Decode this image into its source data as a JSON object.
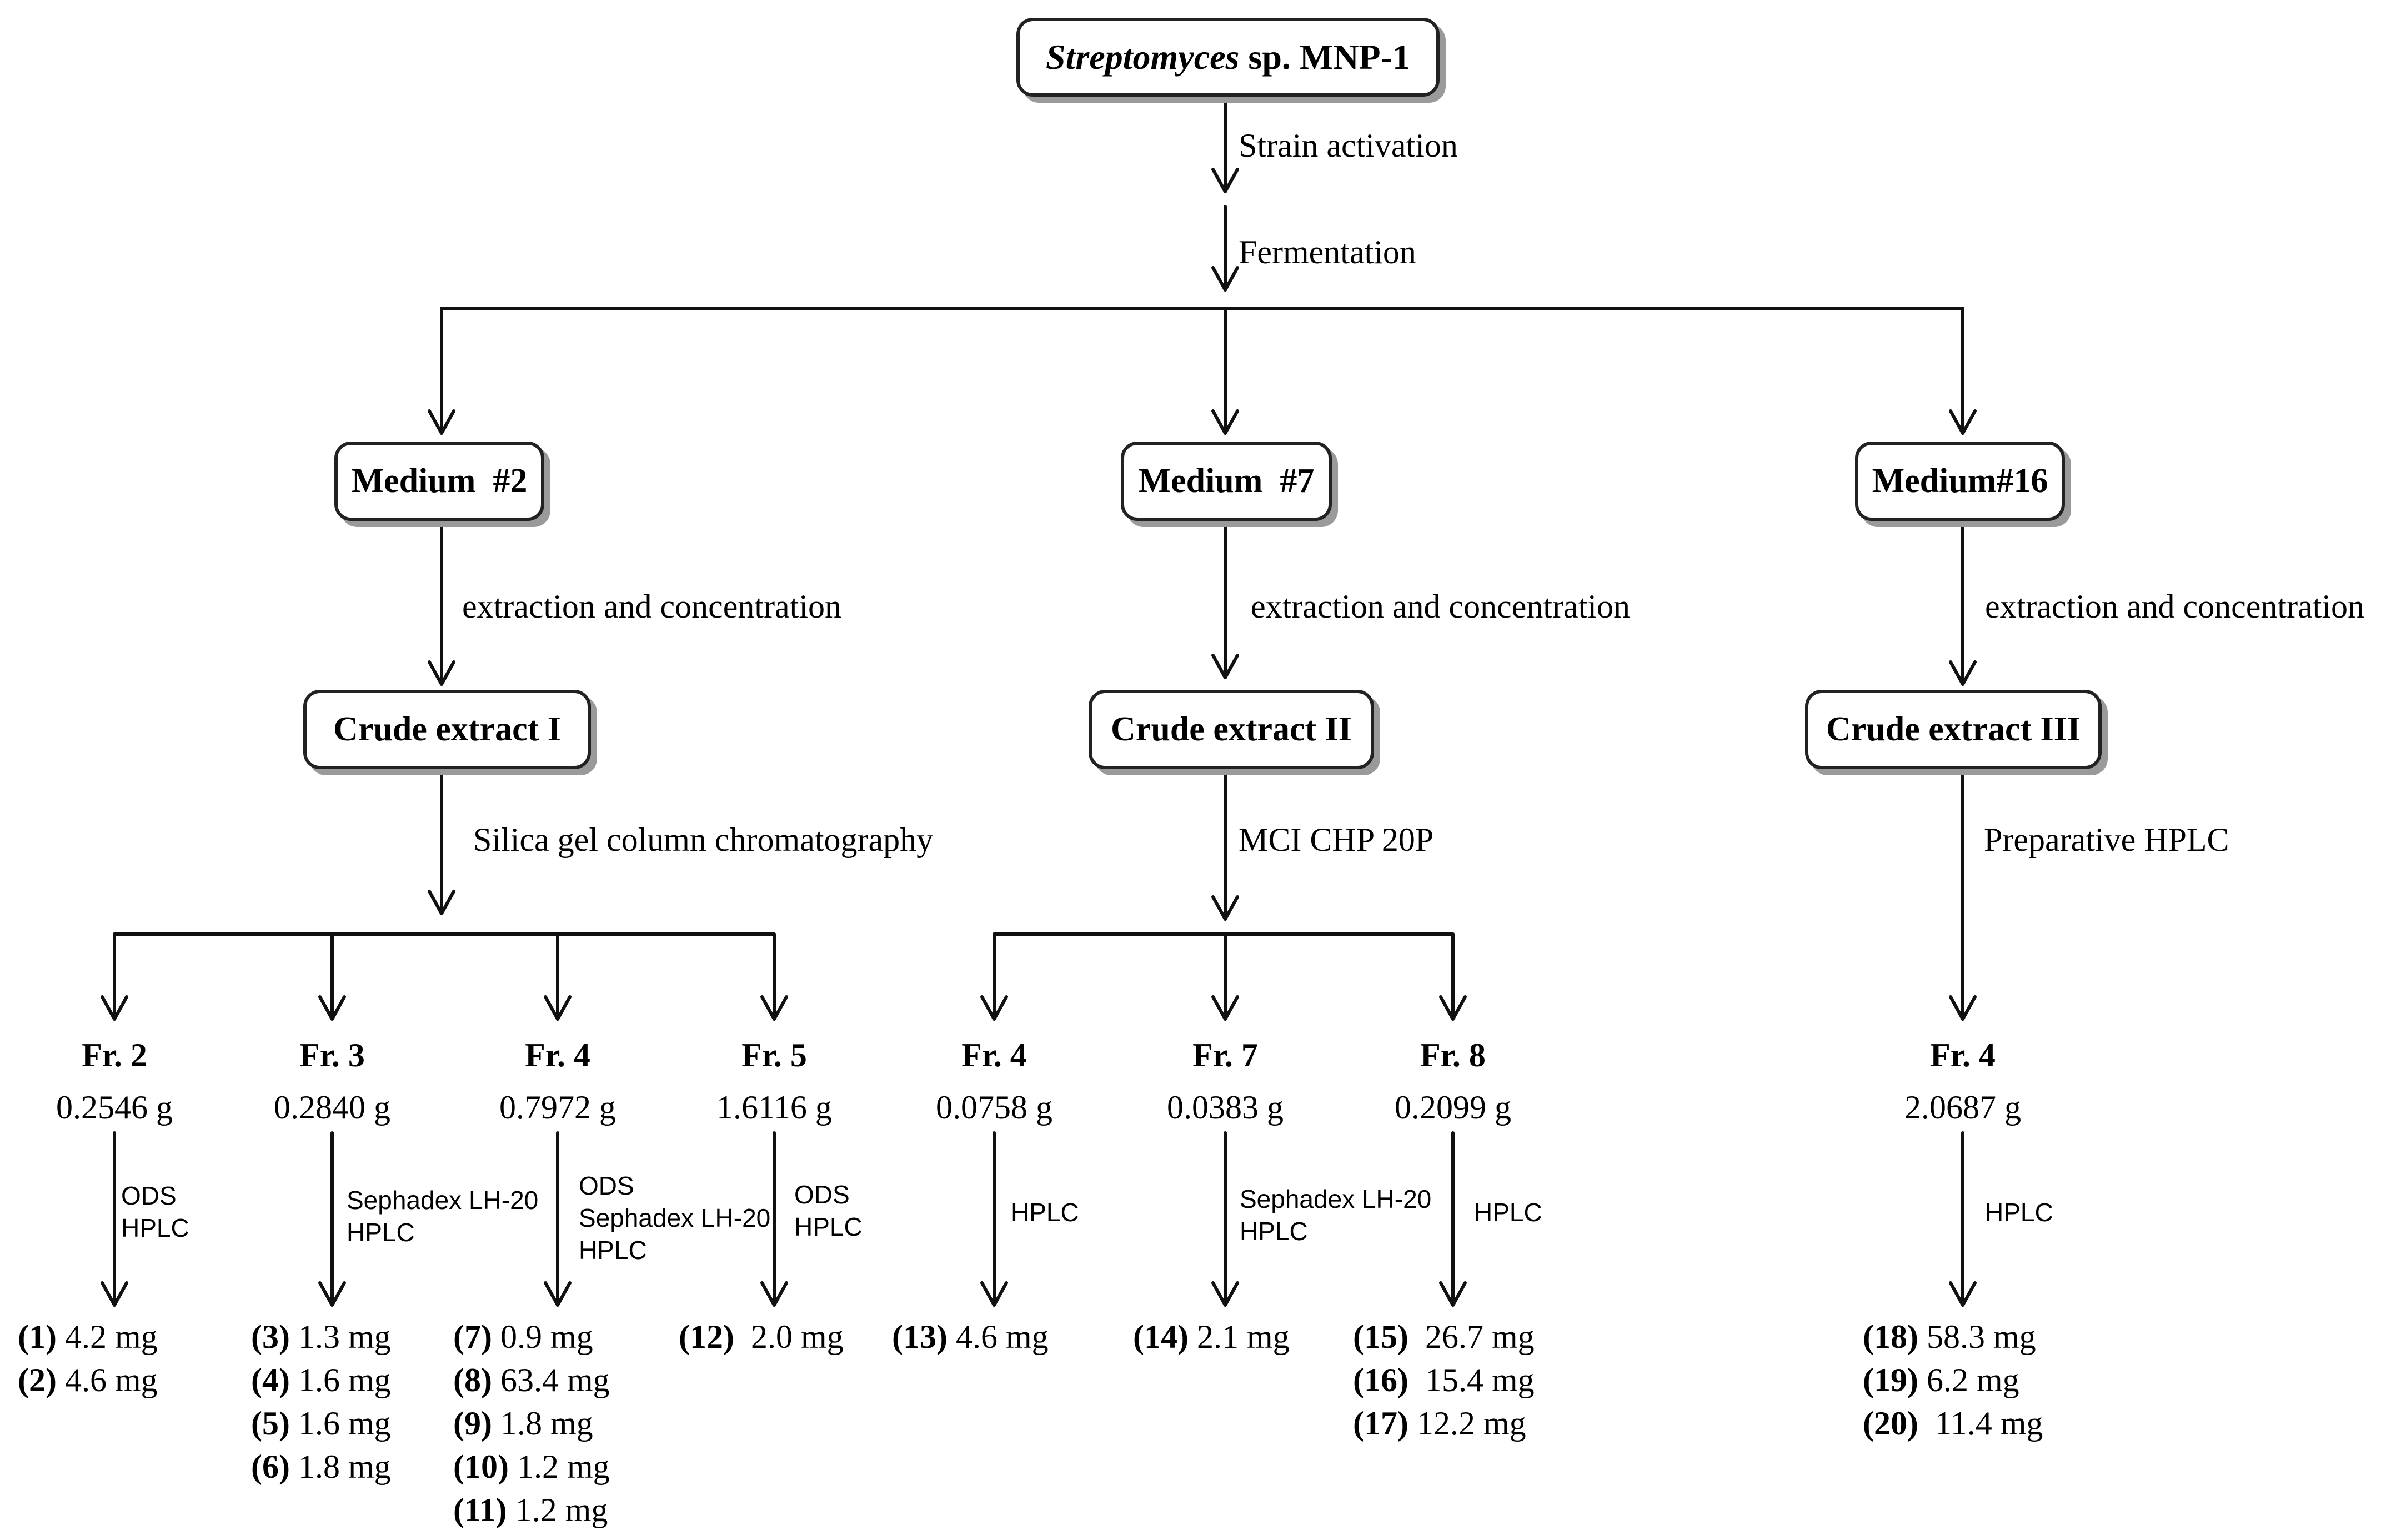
{
  "root": {
    "organism": "Streptomyces",
    "suffix": " sp. MNP-1"
  },
  "steps": {
    "activation": "Strain activation",
    "fermentation": "Fermentation"
  },
  "media": [
    {
      "label": "Medium  #2",
      "process": "extraction and concentration",
      "extract": "Crude extract I",
      "separation": "Silica gel column chromatography"
    },
    {
      "label": "Medium  #7",
      "process": "extraction and concentration",
      "extract": "Crude extract II",
      "separation": "MCI CHP 20P"
    },
    {
      "label": "Medium#16",
      "process": "extraction and concentration",
      "extract": "Crude extract III",
      "separation": "Preparative HPLC"
    }
  ],
  "fractions": [
    {
      "name": "Fr. 2",
      "mass": "0.2546 g",
      "methods": [
        "ODS",
        "HPLC"
      ],
      "compounds": [
        {
          "id": "(1)",
          "amount": "4.2 mg"
        },
        {
          "id": "(2)",
          "amount": "4.6 mg"
        }
      ]
    },
    {
      "name": "Fr. 3",
      "mass": "0.2840 g",
      "methods": [
        "Sephadex LH-20",
        "HPLC"
      ],
      "compounds": [
        {
          "id": "(3)",
          "amount": "1.3 mg"
        },
        {
          "id": "(4)",
          "amount": "1.6 mg"
        },
        {
          "id": "(5)",
          "amount": "1.6 mg"
        },
        {
          "id": "(6)",
          "amount": "1.8 mg"
        }
      ]
    },
    {
      "name": "Fr. 4",
      "mass": "0.7972 g",
      "methods": [
        "ODS",
        "Sephadex LH-20",
        "HPLC"
      ],
      "compounds": [
        {
          "id": "(7)",
          "amount": "0.9 mg"
        },
        {
          "id": "(8)",
          "amount": "63.4 mg"
        },
        {
          "id": "(9)",
          "amount": "1.8 mg"
        },
        {
          "id": "(10)",
          "amount": "1.2 mg"
        },
        {
          "id": "(11)",
          "amount": "1.2 mg"
        }
      ]
    },
    {
      "name": "Fr. 5",
      "mass": "1.6116 g",
      "methods": [
        "ODS",
        "HPLC"
      ],
      "compounds": [
        {
          "id": "(12)",
          "amount": "2.0 mg"
        }
      ]
    },
    {
      "name": "Fr. 4",
      "mass": "0.0758 g",
      "methods": [
        "HPLC"
      ],
      "compounds": [
        {
          "id": "(13)",
          "amount": "4.6 mg"
        }
      ]
    },
    {
      "name": "Fr. 7",
      "mass": "0.0383 g",
      "methods": [
        "Sephadex LH-20",
        "HPLC"
      ],
      "compounds": [
        {
          "id": "(14)",
          "amount": "2.1 mg"
        }
      ]
    },
    {
      "name": "Fr. 8",
      "mass": "0.2099 g",
      "methods": [
        "HPLC"
      ],
      "compounds": [
        {
          "id": "(15)",
          "amount": "26.7 mg"
        },
        {
          "id": "(16)",
          "amount": "15.4 mg"
        },
        {
          "id": "(17)",
          "amount": "12.2 mg"
        }
      ]
    },
    {
      "name": "Fr. 4",
      "mass": "2.0687 g",
      "methods": [
        "HPLC"
      ],
      "compounds": [
        {
          "id": "(18)",
          "amount": "58.3 mg"
        },
        {
          "id": "(19)",
          "amount": "6.2 mg"
        },
        {
          "id": "(20)",
          "amount": "11.4 mg"
        }
      ]
    }
  ]
}
